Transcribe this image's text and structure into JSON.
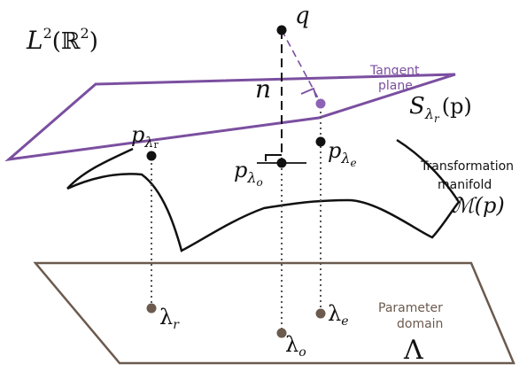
{
  "space_label": {
    "main": "L",
    "sup": "2",
    "paren": "(ℝ",
    "sup2": "2",
    "close": ")"
  },
  "q_label": "q",
  "n_label": "n",
  "tangent_plane_label": {
    "line1": "Tangent",
    "line2": "plane"
  },
  "tangent_space_label": {
    "main": "S",
    "sub": "λ",
    "subsub": "r",
    "arg": "(p)"
  },
  "points": {
    "p_lr": {
      "main": "p",
      "sub": "λ",
      "subsub": "r"
    },
    "p_lo": {
      "main": "p",
      "sub": "λ",
      "subsub": "o"
    },
    "p_le": {
      "main": "p",
      "sub": "λ",
      "subsub": "e"
    }
  },
  "manifold_label": {
    "line1": "Transformation",
    "line2": "manifold",
    "math": "ℳ(p)"
  },
  "parameter_labels": {
    "lambda_r": {
      "main": "λ",
      "sub": "r"
    },
    "lambda_o": {
      "main": "λ",
      "sub": "o"
    },
    "lambda_e": {
      "main": "λ",
      "sub": "e"
    }
  },
  "domain_label": {
    "line1": "Parameter",
    "line2": "domain",
    "symbol": "Λ"
  },
  "colors": {
    "accent": "#7b4fa0",
    "dark": "#111111",
    "brown": "#6b5a4e",
    "dotted": "#555555"
  }
}
